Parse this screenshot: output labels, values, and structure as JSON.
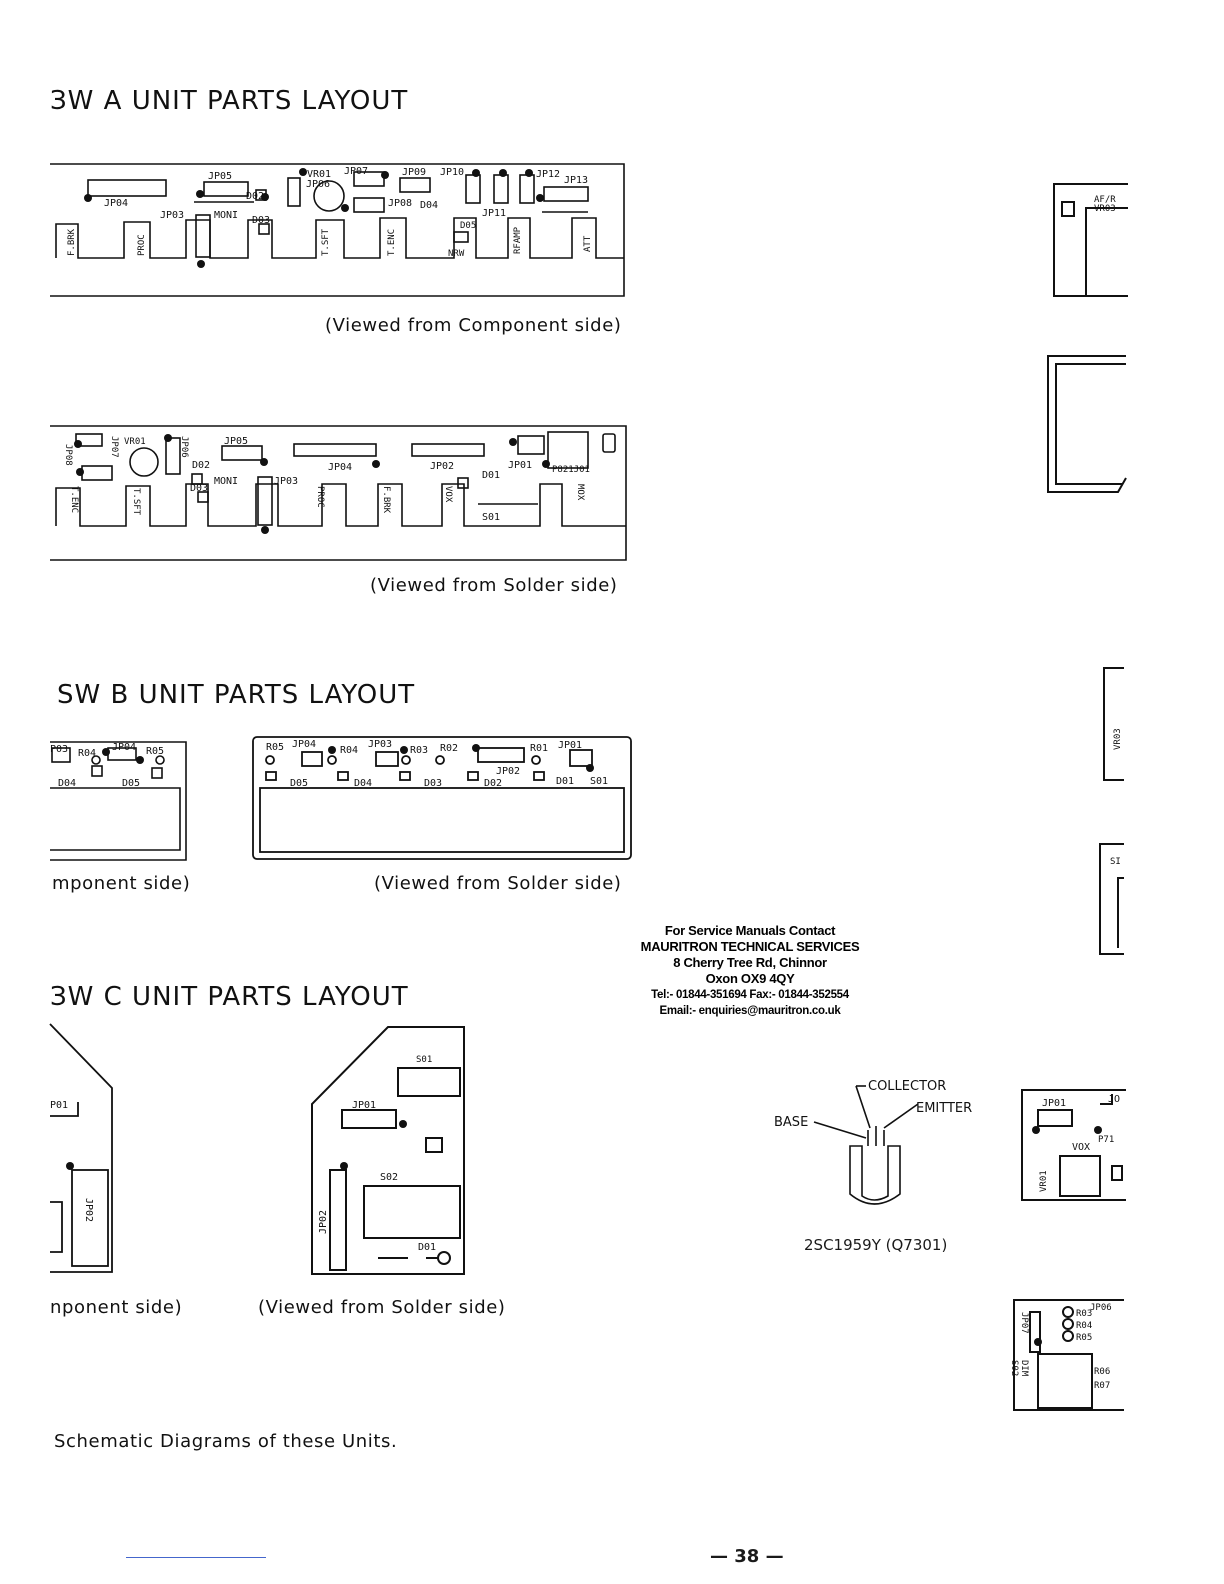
{
  "headings": {
    "sw_a": "ЗW A UNIT PARTS LAYOUT",
    "sw_b": "SW B UNIT PARTS LAYOUT",
    "sw_c": "ЗW C UNIT PARTS LAYOUT"
  },
  "captions": {
    "sw_a_component": "(Viewed from Component side)",
    "sw_a_solder": "(Viewed from Solder side)",
    "sw_b_component": "mponent side)",
    "sw_b_solder": "(Viewed from Solder side)",
    "sw_c_component": "nponent side)",
    "sw_c_solder": "(Viewed from Solder side)",
    "footer_note": "Schematic Diagrams of these Units."
  },
  "contact": {
    "line1": "For Service Manuals Contact",
    "line2": "MAURITRON TECHNICAL SERVICES",
    "line3": "8 Cherry Tree Rd, Chinnor",
    "line4": "Oxon OX9 4QY",
    "line5": "Tel:- 01844-351694 Fax:- 01844-352554",
    "line6": "Email:- enquiries@mauritron.co.uk"
  },
  "transistor": {
    "collector": "COLLECTOR",
    "emitter": "EMITTER",
    "base": "BASE",
    "part": "2SC1959Y (Q7301)"
  },
  "page_number": "— 38 —",
  "boards": {
    "sw_a_component": {
      "labels": [
        "JP04",
        "JP05",
        "JP03",
        "D02",
        "MONI",
        "D03",
        "JP06",
        "VR01",
        "JP07",
        "JP08",
        "JP09",
        "JP10",
        "JP12",
        "JP13",
        "D04",
        "JP11",
        "D05",
        "NRW",
        "RFAMP",
        "ATT",
        "F.BRK",
        "PROC",
        "T.SFT",
        "T.ENC"
      ]
    },
    "sw_a_solder": {
      "labels": [
        "VR01",
        "JP07",
        "JP06",
        "JP05",
        "D02",
        "MONI",
        "D03",
        "JP03",
        "JP04",
        "JP02",
        "D01",
        "JP01",
        "P821J01",
        "JP08",
        "T.ENC",
        "T.SFT",
        "PROC",
        "F.BRK",
        "VOX",
        "S01",
        "MOX"
      ]
    },
    "sw_b_component": {
      "labels": [
        "P03",
        "R04",
        "JP04",
        "R05",
        "D04",
        "D05"
      ]
    },
    "sw_b_solder": {
      "labels": [
        "R05",
        "JP04",
        "R04",
        "JP03",
        "R03",
        "R02",
        "R01",
        "JP01",
        "JP02",
        "D05",
        "D04",
        "D03",
        "D02",
        "D01",
        "S01"
      ]
    },
    "sw_c_component": {
      "labels": [
        "P01",
        "JP02"
      ]
    },
    "sw_c_solder": {
      "labels": [
        "S01",
        "JP01",
        "S02",
        "JP02",
        "D01"
      ]
    },
    "right_edge": {
      "labels": [
        "AF/R",
        "VR03",
        "VR03",
        "SI",
        "JP01",
        "JO",
        "VOX",
        "P71",
        "VR01",
        "JP06",
        "R03",
        "R04",
        "R05",
        "JP07",
        "DIM",
        "S02",
        "R06",
        "R07"
      ]
    }
  }
}
